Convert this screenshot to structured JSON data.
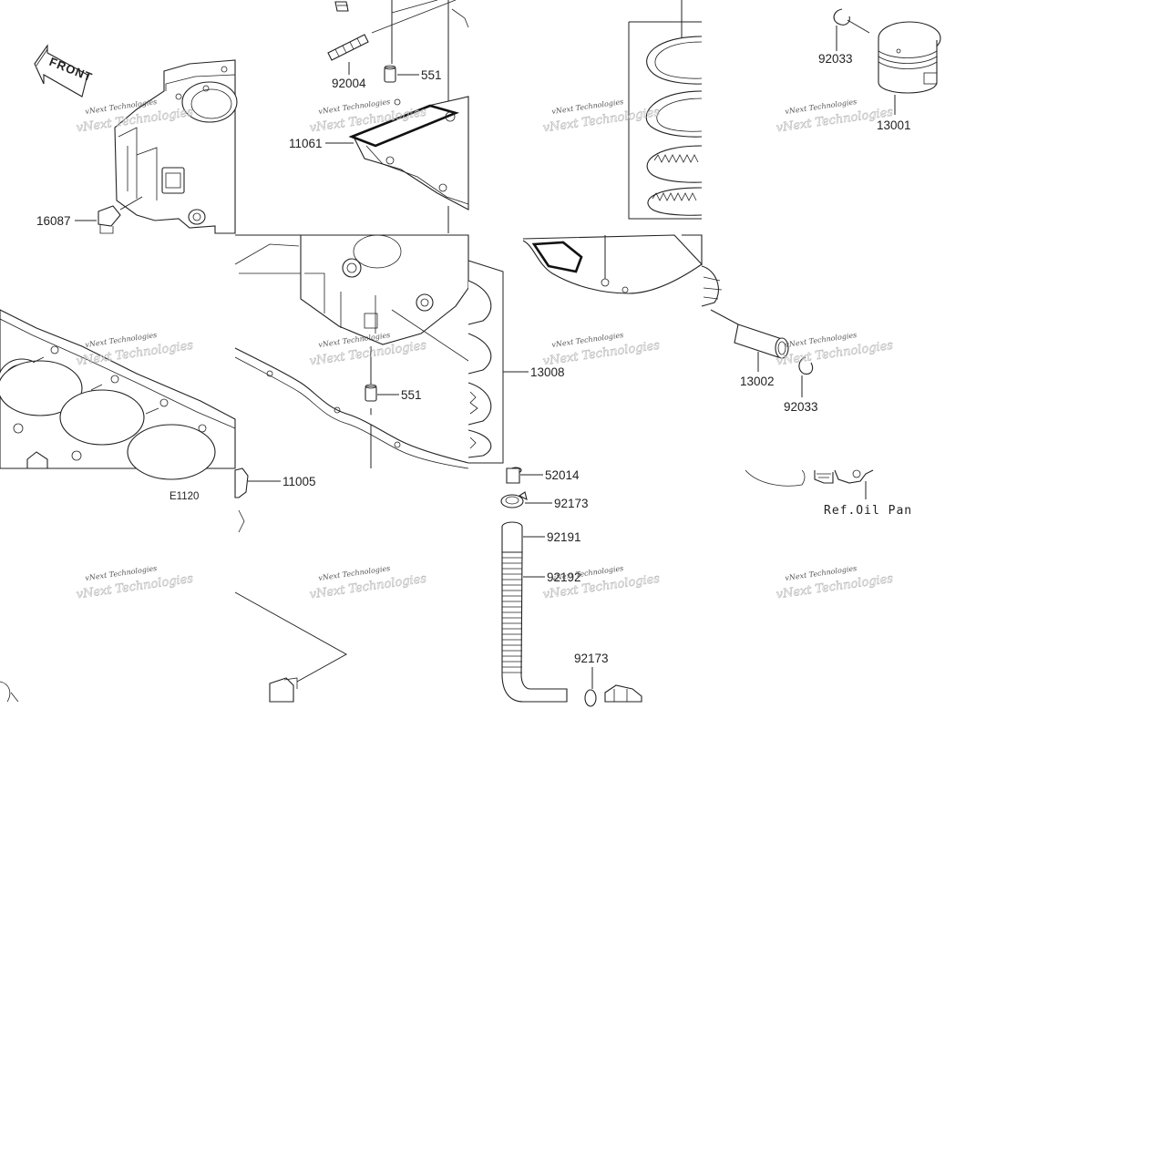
{
  "diagram": {
    "front_label": "FRONT",
    "figure_code": "E1120",
    "reference": "Ref.Oil Pan",
    "watermark": {
      "line1": "vNext Technologies",
      "line2": "vNext Technologies"
    },
    "callouts": [
      {
        "id": "92033",
        "label": "92033"
      },
      {
        "id": "13001",
        "label": "13001"
      },
      {
        "id": "92004",
        "label": "92004"
      },
      {
        "id": "551-top",
        "label": "551"
      },
      {
        "id": "11061",
        "label": "11061"
      },
      {
        "id": "16087",
        "label": "16087"
      },
      {
        "id": "13008",
        "label": "13008"
      },
      {
        "id": "551-mid",
        "label": "551"
      },
      {
        "id": "13002",
        "label": "13002"
      },
      {
        "id": "92033-lower",
        "label": "92033"
      },
      {
        "id": "11005",
        "label": "11005"
      },
      {
        "id": "52014",
        "label": "52014"
      },
      {
        "id": "92173",
        "label": "92173"
      },
      {
        "id": "92191",
        "label": "92191"
      },
      {
        "id": "92192",
        "label": "92192"
      },
      {
        "id": "92173-lower",
        "label": "92173"
      }
    ]
  }
}
